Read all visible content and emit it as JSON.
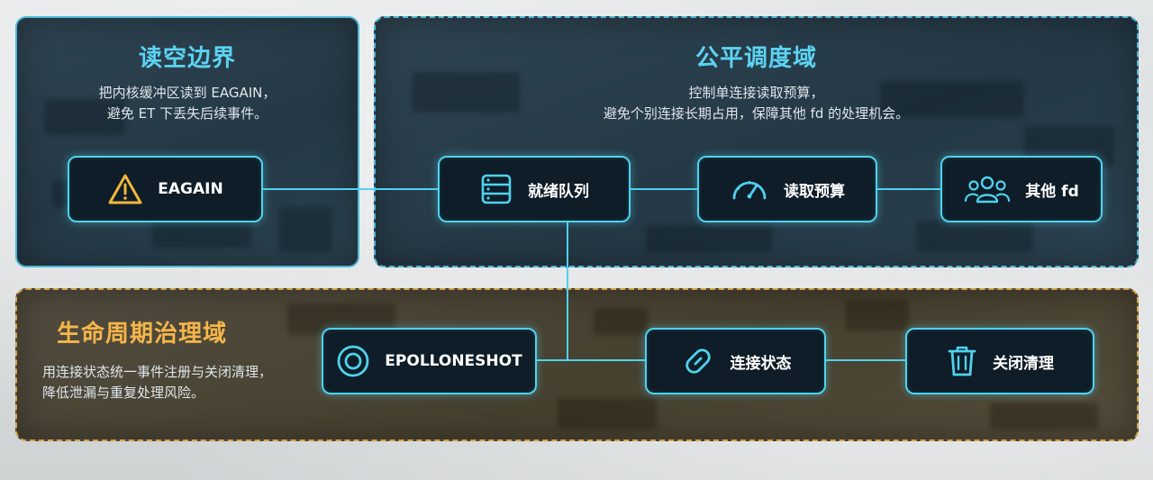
{
  "panels": {
    "read_boundary": {
      "title": "读空边界",
      "desc": [
        "把内核缓冲区读到 EAGAIN，",
        "避免 ET 下丢失后续事件。"
      ]
    },
    "fair_scheduling": {
      "title": "公平调度域",
      "desc": [
        "控制单连接读取预算，",
        "避免个别连接长期占用，保障其他 fd 的处理机会。"
      ]
    },
    "lifecycle": {
      "title": "生命周期治理域",
      "desc": [
        "用连接状态统一事件注册与关闭清理，",
        "降低泄漏与重复处理风险。"
      ]
    }
  },
  "nodes": {
    "eagain": {
      "label": "EAGAIN",
      "icon": "warning-icon"
    },
    "ready_queue": {
      "label": "就绪队列",
      "icon": "list-icon"
    },
    "read_budget": {
      "label": "读取预算",
      "icon": "gauge-icon"
    },
    "other_fd": {
      "label": "其他 fd",
      "icon": "users-icon"
    },
    "epolloneshot": {
      "label": "EPOLLONESHOT",
      "icon": "target-icon"
    },
    "conn_state": {
      "label": "连接状态",
      "icon": "link-icon"
    },
    "close_cleanup": {
      "label": "关闭清理",
      "icon": "trash-icon"
    }
  },
  "colors": {
    "accent": "#4fd2ee",
    "title_blue": "#5cd3f2",
    "title_orange": "#f5b54a",
    "warning": "#f4b63a",
    "panel_border_blue": "#4fb8d6",
    "panel_border_orange": "#d3a548"
  }
}
